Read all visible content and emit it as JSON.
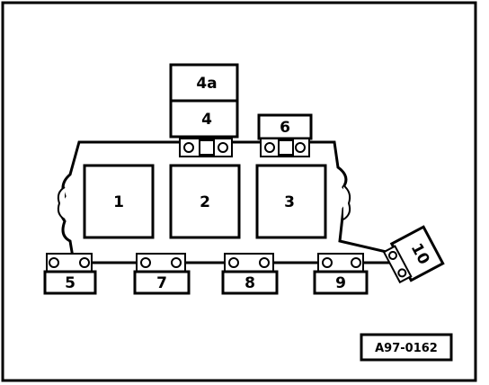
{
  "diagram": {
    "labels": {
      "relay_1": "1",
      "relay_2": "2",
      "relay_3": "3",
      "relay_4": "4",
      "relay_4a": "4a",
      "relay_5": "5",
      "relay_6": "6",
      "relay_7": "7",
      "relay_8": "8",
      "relay_9": "9",
      "relay_10": "10"
    },
    "reference": "A97-0162"
  }
}
